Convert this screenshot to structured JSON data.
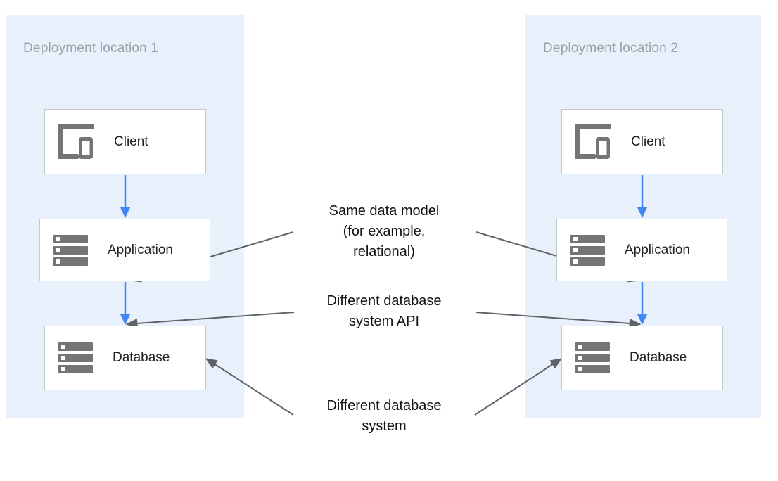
{
  "colors": {
    "panel_bg": "#E8F1FB",
    "panel_title": "#9AA0A6",
    "box_bg": "#FFFFFF",
    "box_border": "#C4C8CB",
    "icon_gray": "#757575",
    "label_text": "#212121",
    "annotation_text": "#111111",
    "flow_arrow_blue": "#4285F4",
    "annotation_arrow_gray": "#5F6368"
  },
  "panels": [
    {
      "title": "Deployment location 1",
      "nodes": [
        {
          "label": "Client",
          "icon": "devices-icon"
        },
        {
          "label": "Application",
          "icon": "server-stack-icon"
        },
        {
          "label": "Database",
          "icon": "server-stack-icon"
        }
      ]
    },
    {
      "title": "Deployment location 2",
      "nodes": [
        {
          "label": "Client",
          "icon": "devices-icon"
        },
        {
          "label": "Application",
          "icon": "server-stack-icon"
        },
        {
          "label": "Database",
          "icon": "server-stack-icon"
        }
      ]
    }
  ],
  "annotations": [
    {
      "text": "Same data model\n(for example,\nrelational)"
    },
    {
      "text": "Different database\nsystem API"
    },
    {
      "text": "Different database\nsystem"
    }
  ],
  "icons": {
    "devices-icon": "laptop with smartphone (client devices)",
    "server-stack-icon": "stack of three servers"
  }
}
